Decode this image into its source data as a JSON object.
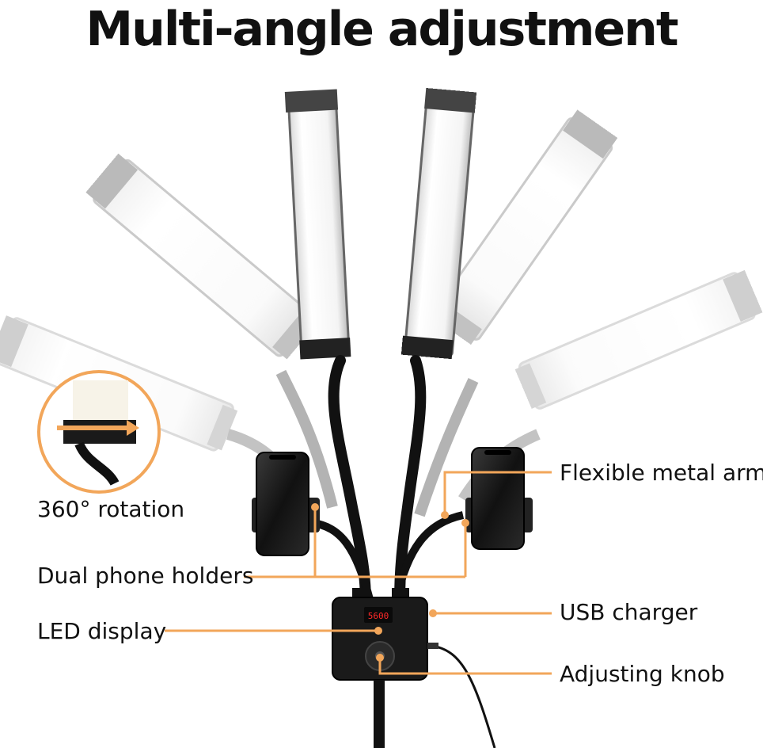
{
  "title": "Multi-angle adjustment",
  "labels": {
    "rotation": "360° rotation",
    "flexible_arm": "Flexible metal arm",
    "phone_holders": "Dual phone holders",
    "usb_charger": "USB charger",
    "led_display": "LED display",
    "adjusting_knob": "Adjusting knob"
  },
  "display_readout": "5600",
  "colors": {
    "accent": "#f2a65a",
    "text": "#111111"
  }
}
